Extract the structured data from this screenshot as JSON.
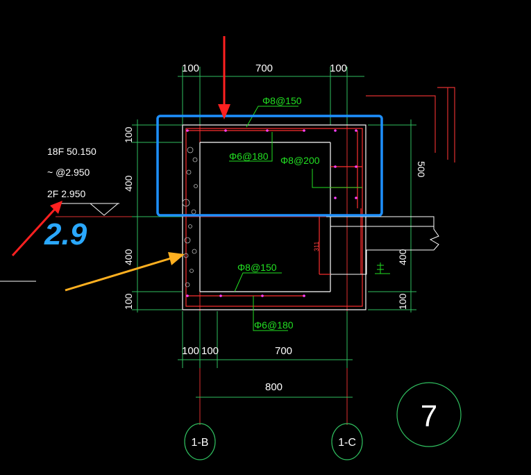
{
  "dimensions": {
    "top": [
      "100",
      "700",
      "100"
    ],
    "bottom": [
      "100",
      "100",
      "700"
    ],
    "bottom_total": "800",
    "left": [
      "100",
      "400",
      "400",
      "100"
    ],
    "right": [
      "500",
      "400",
      "100"
    ],
    "small_red": "311"
  },
  "rebar_labels": {
    "top_main": "Φ8@150",
    "top_dist": "Φ6@180",
    "side": "Φ8@200",
    "bottom_main": "Φ8@150",
    "bottom_dist": "Φ6@180"
  },
  "levels": {
    "line1": "18F  50.150",
    "line2": "~  @2.950",
    "line3": "2F   2.950"
  },
  "annotation": {
    "handwritten": "2.9"
  },
  "axis_labels": {
    "left": "1-B",
    "right": "1-C"
  },
  "detail_number": "7",
  "colors": {
    "background": "#000000",
    "highlight_box": "#1e90ff",
    "red_arrow": "#ff2020",
    "orange_arrow": "#ffb020",
    "rebar_text": "#22e022",
    "concrete_outline": "#ff3030"
  }
}
